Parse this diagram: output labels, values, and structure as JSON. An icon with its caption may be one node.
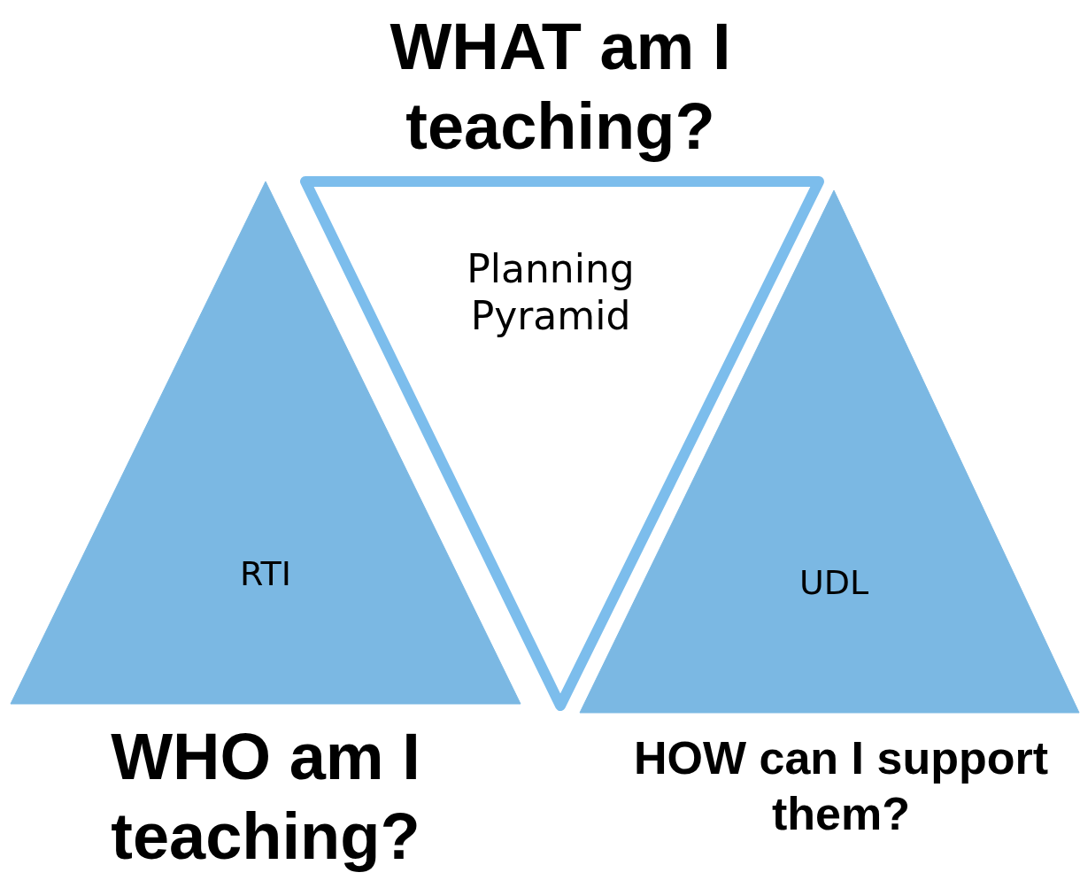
{
  "diagram": {
    "nodes": [
      {
        "text": [
          "WHAT am I teaching?",
          "Planning Pyramid"
        ]
      },
      {
        "text": [
          "RTI",
          "WHO am I teaching?"
        ]
      },
      {
        "text": [
          "UDL",
          "HOW can I support them?"
        ]
      }
    ]
  }
}
